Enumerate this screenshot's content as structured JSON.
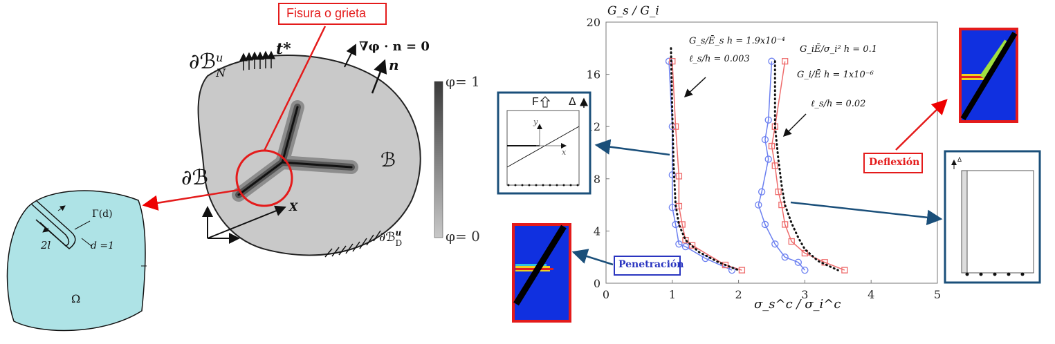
{
  "left_figure": {
    "crack_callout": "Fisura o grieta",
    "boundary_neumann": "∂ℬ",
    "boundary_neumann_sup": "u",
    "boundary_neumann_sub": "N",
    "traction_label": "t*",
    "phase_bc": "∇φ · n = 0",
    "normal_label": "n",
    "body_label": "ℬ",
    "boundary_label": "∂ℬ",
    "position_label": "X",
    "boundary_dirichlet": "∂ℬ",
    "boundary_dirichlet_sup": "u",
    "boundary_dirichlet_sub": "D",
    "colorbar_top": "φ= 1",
    "colorbar_bottom": "φ= 0"
  },
  "zoom_figure": {
    "width_label": "2l",
    "gamma_label": "Γ(d)",
    "d_label": "d =1",
    "domain_label": "Ω"
  },
  "chart": {
    "y_axis_title": "G_s / G_i",
    "x_axis_title": "σ_s^c / σ_i^c",
    "annotation_1_line1": "G_s/Ē_s h = 1.9x10⁻⁴",
    "annotation_1_line2": "ℓ_s/h = 0.003",
    "annotation_2_line1": "G_iĒ/σ_i² h = 0.1",
    "annotation_2_line2": "G_i/Ē h = 1x10⁻⁶",
    "annotation_2_line3": "ℓ_s/h = 0.02",
    "x_ticks": [
      "0",
      "1",
      "2",
      "3",
      "4",
      "5"
    ],
    "y_ticks": [
      "0",
      "4",
      "8",
      "12",
      "16",
      "20"
    ],
    "label_penetration": "Penetración",
    "label_deflection": "Deflexión"
  },
  "inset_left": {
    "f_label": "F",
    "delta_label": "Δ",
    "y_label": "y",
    "x_label": "x"
  },
  "inset_right": {
    "delta_label": "Δ"
  },
  "chart_data": {
    "type": "line",
    "xlim": [
      0,
      5
    ],
    "ylim": [
      0,
      20
    ],
    "series": [
      {
        "group": "low",
        "style": "blue-circles",
        "x": [
          0.95,
          1.0,
          1.0,
          1.0,
          1.05,
          1.1,
          1.2,
          1.5,
          1.9
        ],
        "y": [
          17.0,
          12.0,
          8.3,
          5.8,
          4.5,
          3.0,
          2.8,
          1.9,
          1.0
        ]
      },
      {
        "group": "low",
        "style": "red-squares",
        "x": [
          1.0,
          1.05,
          1.1,
          1.1,
          1.15,
          1.2,
          1.3,
          1.8,
          2.05
        ],
        "y": [
          17.0,
          12.0,
          8.2,
          5.9,
          4.5,
          3.3,
          2.9,
          1.4,
          1.0
        ]
      },
      {
        "group": "low",
        "style": "black-dotted",
        "x": [
          0.98,
          1.0,
          1.02,
          1.05,
          1.1,
          1.2,
          1.4,
          1.7,
          2.0
        ],
        "y": [
          18.0,
          13.0,
          9.0,
          6.0,
          4.5,
          3.3,
          2.4,
          1.6,
          1.0
        ]
      },
      {
        "group": "high",
        "style": "blue-circles",
        "x": [
          2.5,
          2.45,
          2.4,
          2.45,
          2.35,
          2.3,
          2.4,
          2.55,
          2.7,
          2.9,
          3.0
        ],
        "y": [
          17.0,
          12.5,
          11.0,
          9.5,
          7.0,
          6.0,
          4.5,
          3.0,
          2.0,
          1.6,
          1.0
        ]
      },
      {
        "group": "high",
        "style": "red-squares",
        "x": [
          2.7,
          2.55,
          2.5,
          2.55,
          2.6,
          2.65,
          2.7,
          2.8,
          3.0,
          3.3,
          3.6
        ],
        "y": [
          17.0,
          12.0,
          10.5,
          9.0,
          7.0,
          6.0,
          4.5,
          3.2,
          2.3,
          1.6,
          1.0
        ]
      },
      {
        "group": "high",
        "style": "black-dotted",
        "x": [
          2.55,
          2.55,
          2.6,
          2.65,
          2.7,
          2.8,
          2.9,
          3.0,
          3.2,
          3.5
        ],
        "y": [
          17.0,
          12.0,
          9.5,
          7.5,
          6.0,
          4.6,
          3.5,
          2.6,
          1.7,
          1.0
        ]
      }
    ]
  }
}
